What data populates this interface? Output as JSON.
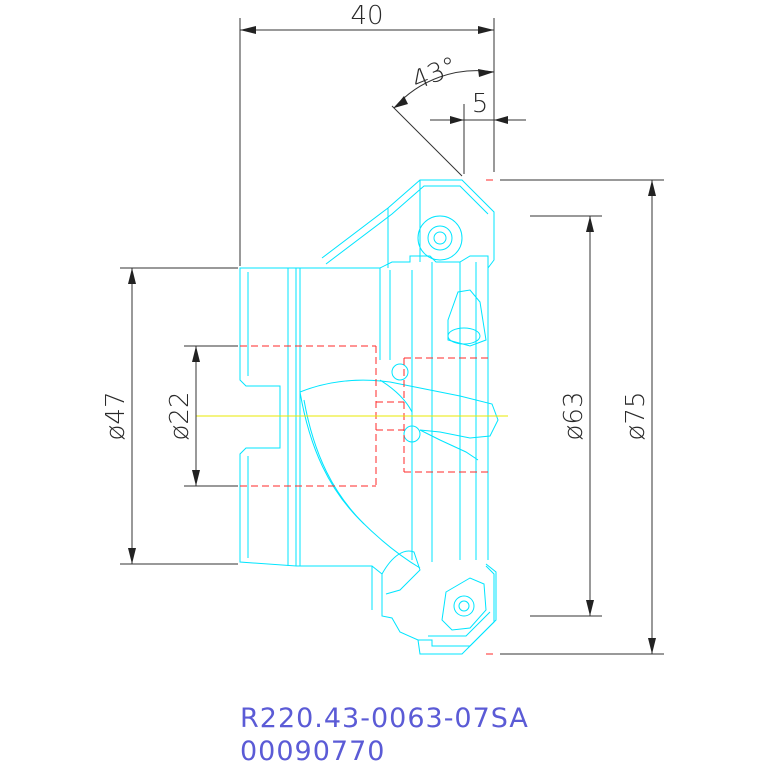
{
  "dimensions": {
    "width_40": "40",
    "angle_43": "43°",
    "width_5": "5",
    "dia_47": "ø47",
    "dia_22": "ø22",
    "dia_63": "ø63",
    "dia_75": "ø75"
  },
  "part": {
    "designation": "R220.43-0063-07SA",
    "item_number": "00090770"
  },
  "colors": {
    "outline": "#00e5ff",
    "dimension": "#333333",
    "hidden_line": "#ff2a2a",
    "center_line": "#e8e800",
    "label": "#5b5bd6"
  }
}
